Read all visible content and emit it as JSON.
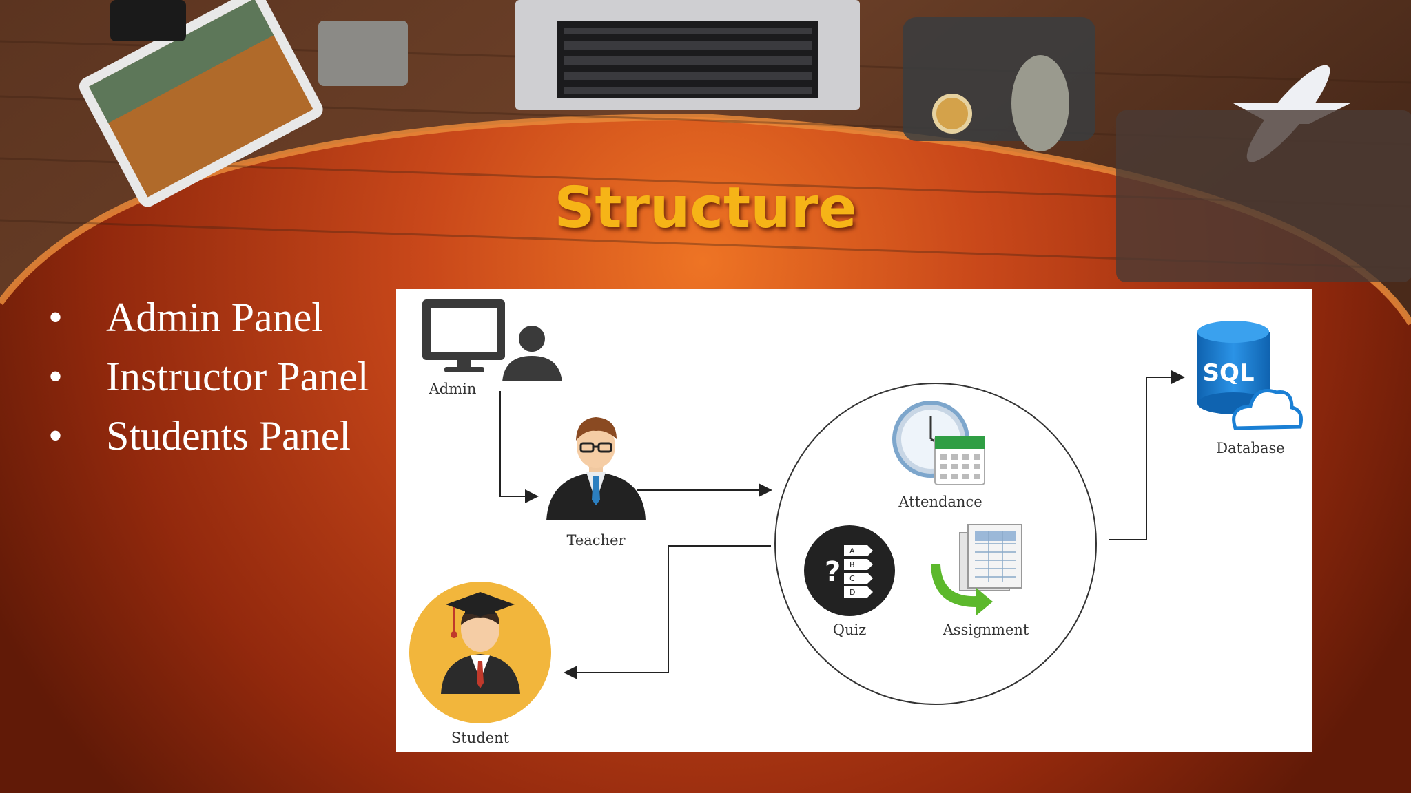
{
  "slide": {
    "title": "Structure",
    "bullets": [
      "Admin Panel",
      "Instructor Panel",
      "Students Panel"
    ]
  },
  "diagram": {
    "nodes": {
      "admin": "Admin",
      "teacher": "Teacher",
      "student": "Student",
      "attendance": "Attendance",
      "quiz": "Quiz",
      "assignment": "Assignment",
      "database": "Database"
    },
    "sql_badge": "SQL",
    "quiz_options": [
      "A",
      "B",
      "C",
      "D"
    ],
    "quiz_mark": "?"
  },
  "colors": {
    "title": "#f6b417",
    "slide_orange": "#d9561b",
    "slide_dark": "#6a1e08",
    "sql_blue": "#1a7fd4",
    "student_yellow": "#f2b63c"
  },
  "icons": [
    "monitor-icon",
    "person-icon",
    "teacher-avatar",
    "student-graduate-avatar",
    "clock-calendar-icon",
    "quiz-icon",
    "spreadsheet-icon",
    "sql-database-icon",
    "cloud-icon"
  ]
}
